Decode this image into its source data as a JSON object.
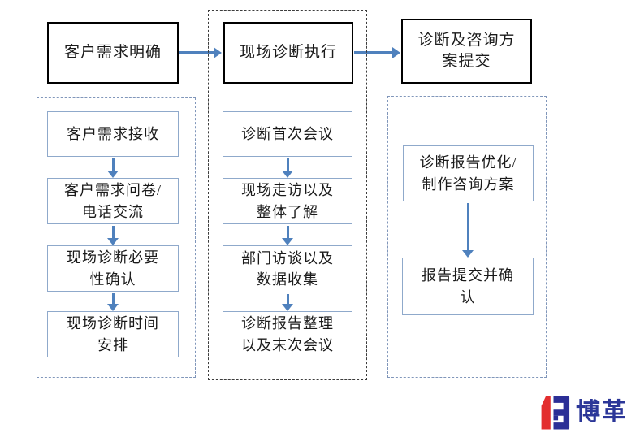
{
  "diagram": {
    "title_hint": "consulting diagnosis process flowchart",
    "columns": [
      {
        "header": "客户需求明确",
        "steps": [
          "客户需求接收",
          "客户需求问卷/\n电话交流",
          "现场诊断必要\n性确认",
          "现场诊断时间\n安排"
        ]
      },
      {
        "header": "现场诊断执行",
        "steps": [
          "诊断首次会议",
          "现场走访以及\n整体了解",
          "部门访谈以及\n数据收集",
          "诊断报告整理\n以及末次会议"
        ]
      },
      {
        "header": "诊断及咨询方\n案提交",
        "steps": [
          "诊断报告优化/\n制作咨询方案",
          "报告提交并确\n认"
        ]
      }
    ],
    "colors": {
      "arrow": "#4f81bd",
      "header_border": "#000000",
      "step_border": "#8fa9cb",
      "outer_dash": "#8096ba",
      "middle_dash": "#3c3c3c",
      "logo_red": "#e32e2f",
      "logo_blue": "#2b2f96",
      "logo_text_color": "#2b3698"
    }
  },
  "logo": {
    "text": "博革"
  }
}
